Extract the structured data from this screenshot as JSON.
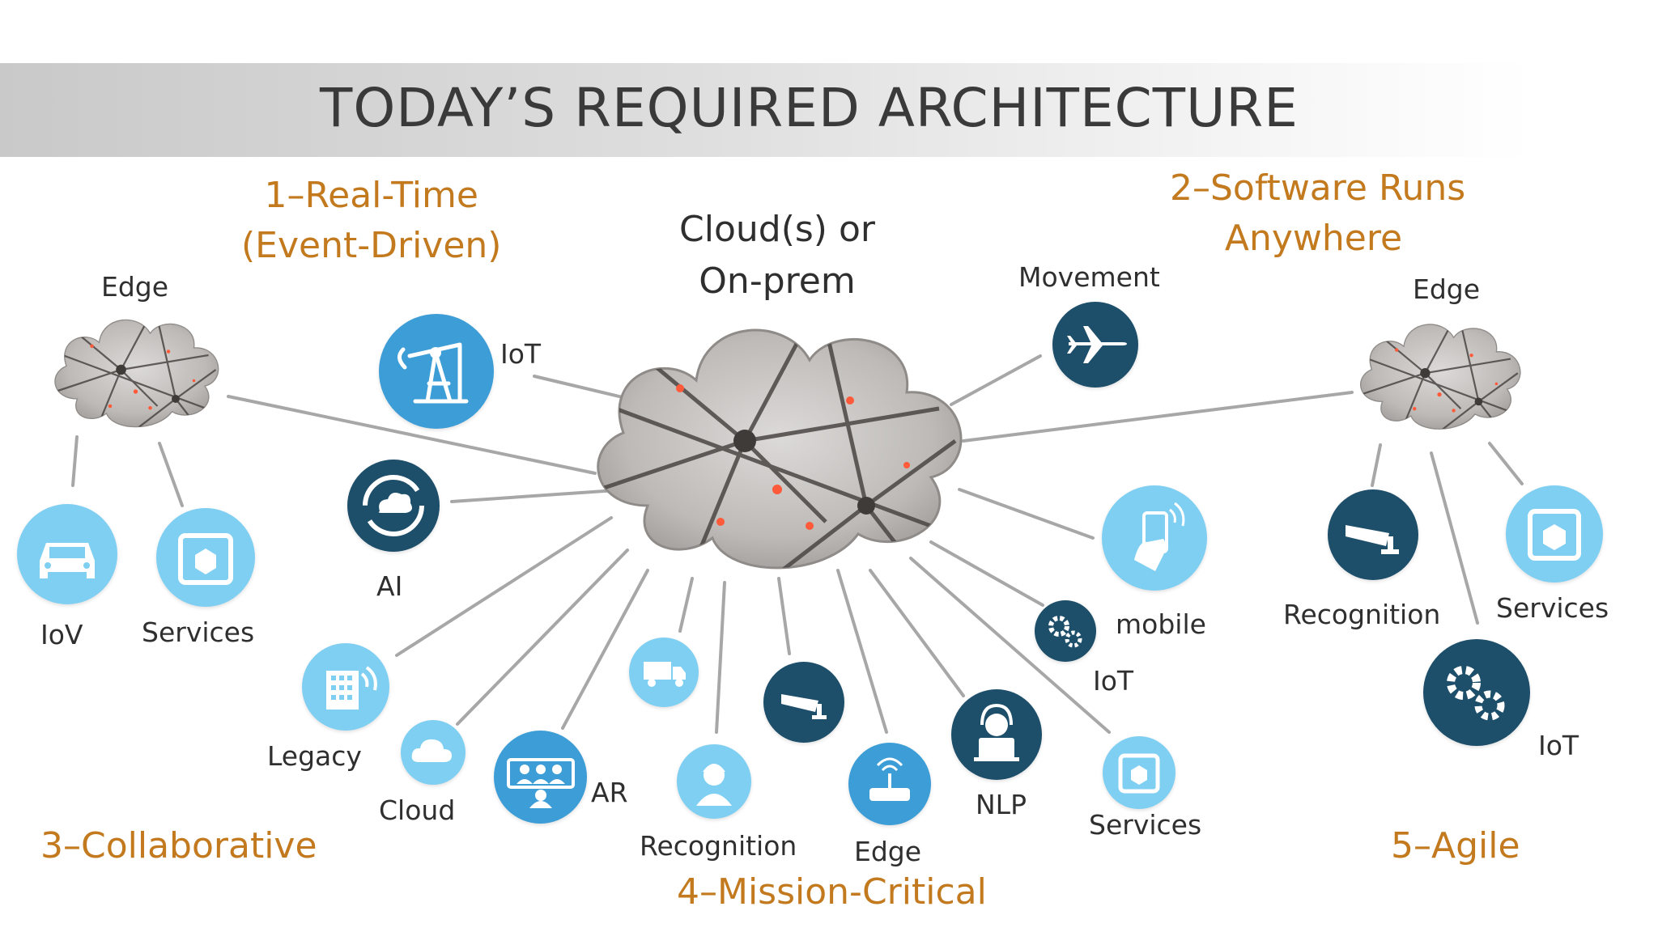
{
  "title": "TODAY’S REQUIRED ARCHITECTURE",
  "center": {
    "line1": "Cloud(s) or",
    "line2": "On-prem"
  },
  "principles": {
    "p1_line1": "1–Real-Time",
    "p1_line2": "(Event-Driven)",
    "p2_line1": "2–Software Runs",
    "p2_line2": "Anywhere",
    "p3": "3–Collaborative",
    "p4": "4–Mission-Critical",
    "p5": "5–Agile"
  },
  "labels": {
    "edge_left": "Edge",
    "edge_right": "Edge",
    "iov": "IoV",
    "services_left": "Services",
    "iot_top": "IoT",
    "ai": "AI",
    "legacy": "Legacy",
    "cloud": "Cloud",
    "ar": "AR",
    "recognition_bottom": "Recognition",
    "edge_bottom": "Edge",
    "nlp": "NLP",
    "services_bottom": "Services",
    "iot_mid": "IoT",
    "mobile": "mobile",
    "movement": "Movement",
    "recognition_right": "Recognition",
    "services_right": "Services",
    "iot_right": "IoT"
  },
  "colors": {
    "dark_blue": "#1d4e6a",
    "mid_blue": "#3d9dd7",
    "light_blue": "#7fcff3",
    "accent_orange": "#c37a1e",
    "connector": "#a7a7a7"
  },
  "icons": [
    "oil-pump-icon",
    "ai-cycle-icon",
    "car-icon",
    "services-box-icon",
    "legacy-building-icon",
    "cloud-icon",
    "ar-people-icon",
    "truck-icon",
    "recognition-person-icon",
    "camera-icon",
    "router-icon",
    "nlp-headset-icon",
    "gears-icon",
    "mobile-phone-icon",
    "airplane-icon"
  ]
}
